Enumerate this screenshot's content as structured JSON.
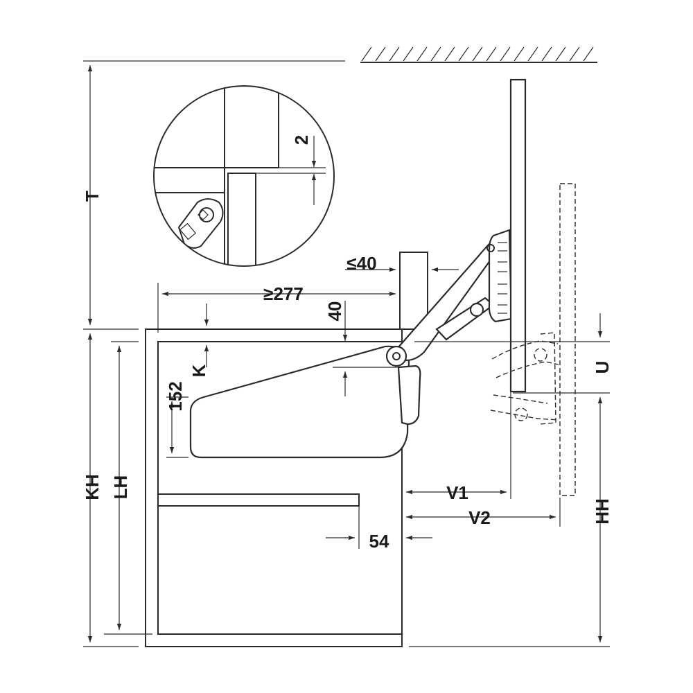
{
  "labels": {
    "T": "T",
    "KH": "KH",
    "LH": "LH",
    "HH": "HH",
    "K": "K",
    "U": "U",
    "V1": "V1",
    "V2": "V2",
    "d152": "152",
    "d277": "≥277",
    "d40v": "40",
    "d40h": "≤40",
    "d54": "54",
    "d2": "2"
  },
  "colors": {
    "line": "#2b2b2b",
    "text": "#1a1a1a",
    "background": "#ffffff"
  }
}
